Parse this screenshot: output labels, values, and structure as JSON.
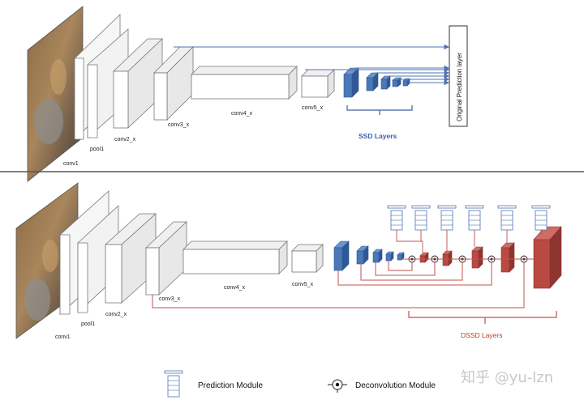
{
  "top": {
    "labels": {
      "conv1": "conv1",
      "pool1": "pool1",
      "conv2": "conv2_x",
      "conv3": "conv3_x",
      "conv4": "conv4_x",
      "conv5": "conv5_x"
    },
    "ssd_layers": "SSD Layers",
    "prediction_layer": "Original Prediction layer"
  },
  "bottom": {
    "labels": {
      "conv1": "conv1",
      "pool1": "pool1",
      "conv2": "conv2_x",
      "conv3": "conv3_x",
      "conv4": "conv4_x",
      "conv5": "conv5_x"
    },
    "dssd_layers": "DSSD Layers"
  },
  "legend": {
    "prediction_module": "Prediction Module",
    "deconvolution_module": "Deconvolution  Module"
  },
  "watermark": "知乎 @yu-lzn",
  "colors": {
    "ssd_blue": "#4a78b8",
    "ssd_blue_dark": "#2f5894",
    "dssd_red": "#b84a42",
    "dssd_red_dark": "#8f3530",
    "connector_blue": "#4f74b0",
    "connector_red": "#c0504d",
    "divider": "#555555"
  }
}
